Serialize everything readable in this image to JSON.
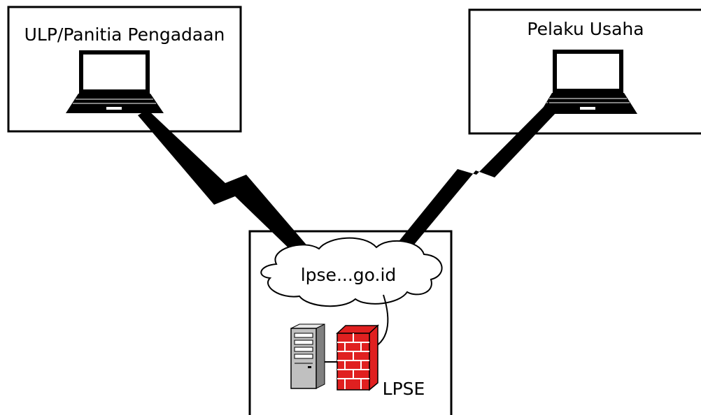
{
  "boxes": {
    "ulp": {
      "label": "ULP/Panitia Pengadaan"
    },
    "pelaku": {
      "label": "Pelaku Usaha"
    },
    "lpse": {
      "label": "LPSE"
    }
  },
  "cloud": {
    "label": "lpse...go.id"
  },
  "icons": {
    "ulp_device": "laptop-icon",
    "pelaku_device": "laptop-icon",
    "server": "server-tower-icon",
    "firewall": "firewall-icon",
    "links": "lightning-link-icon"
  },
  "colors": {
    "line": "#000000",
    "background": "#ffffff",
    "firewall": "#e02020",
    "server": "#c0c0c0"
  }
}
